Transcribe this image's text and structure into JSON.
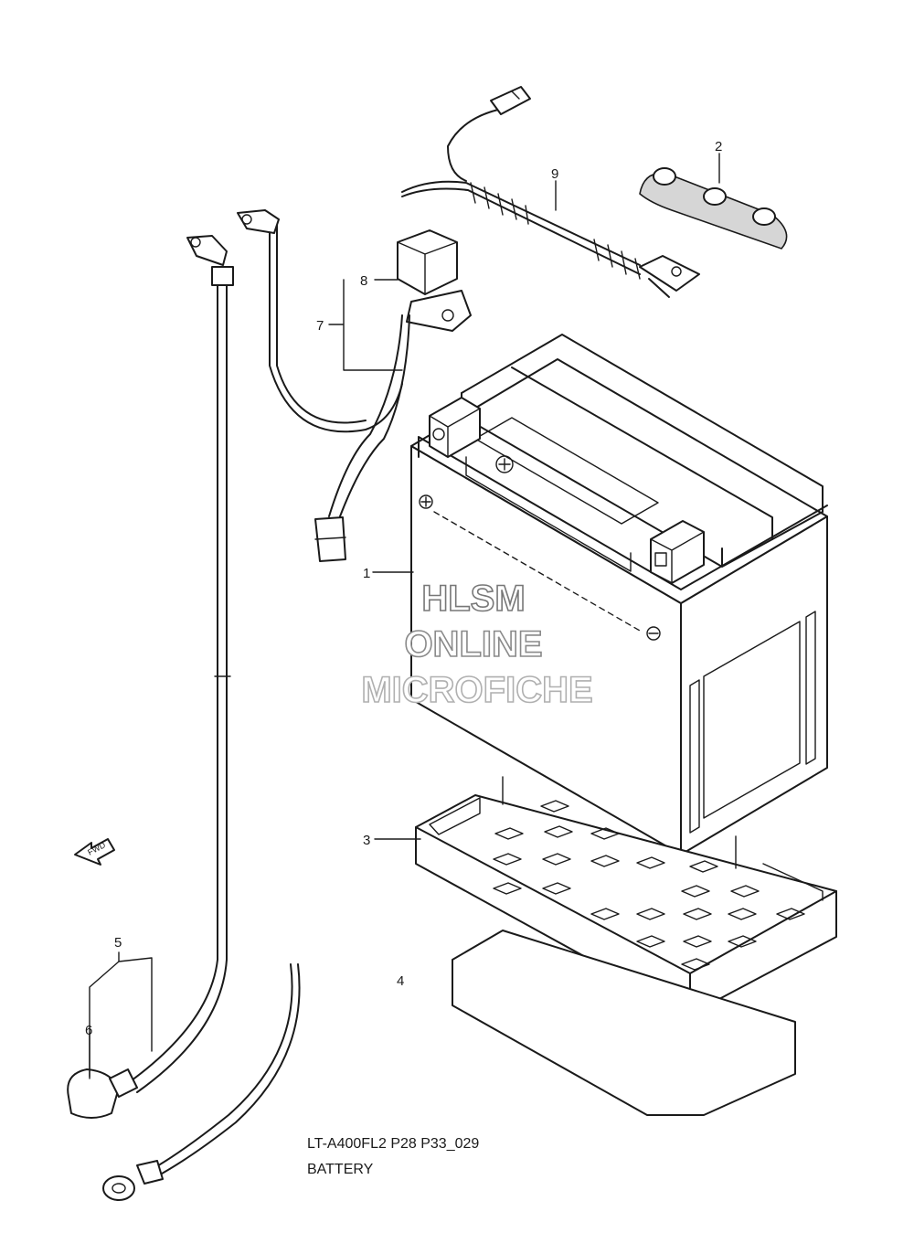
{
  "diagram": {
    "caption": {
      "model_code": "LT-A400FL2 P28 P33_029",
      "title": "BATTERY"
    },
    "watermark": {
      "line1": "HLSM",
      "line2": "ONLINE",
      "line3": "MICROFICHE"
    },
    "fwd_label": "FWD",
    "callouts": [
      "1",
      "2",
      "3",
      "4",
      "5",
      "6",
      "7",
      "8",
      "9"
    ]
  }
}
